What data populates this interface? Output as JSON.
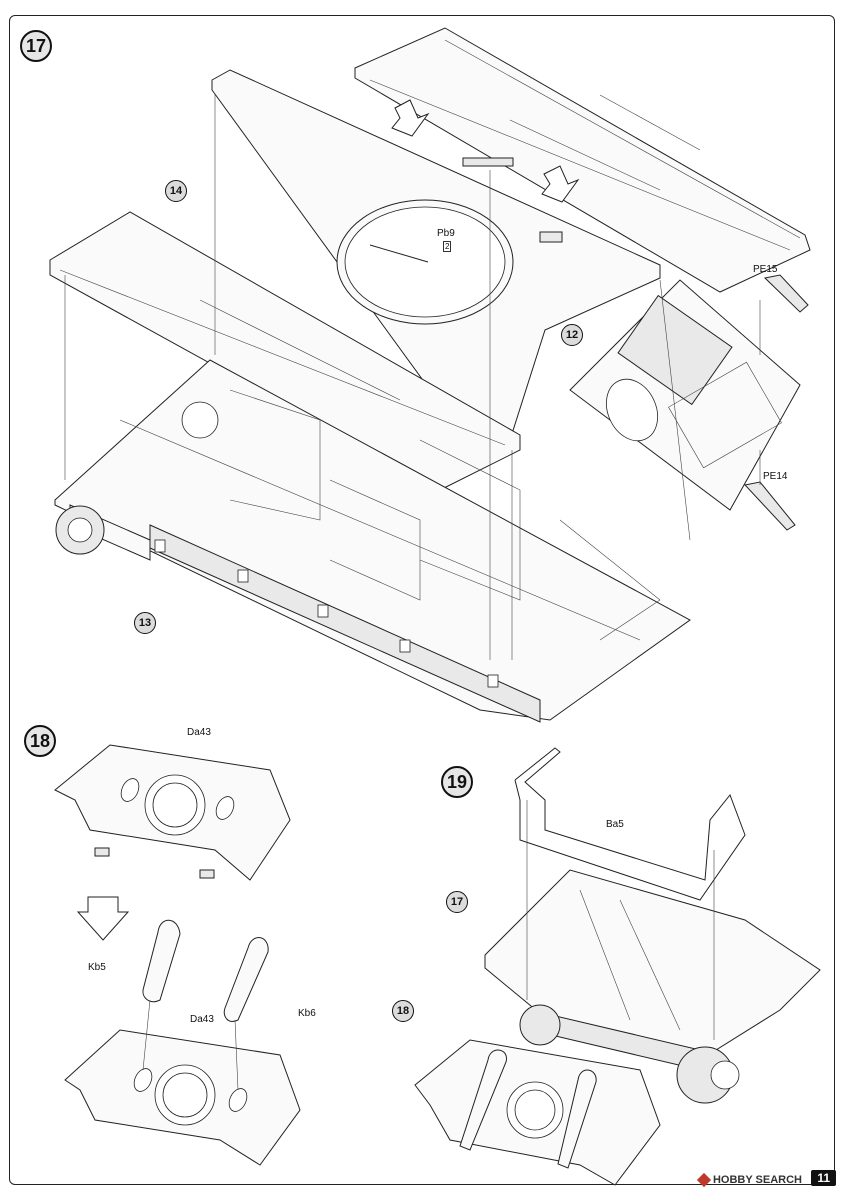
{
  "steps": {
    "s17": "17",
    "s18": "18",
    "s19": "19"
  },
  "callouts": {
    "c14": "14",
    "c12": "12",
    "c13": "13",
    "c17": "17",
    "c18": "18"
  },
  "part_labels": {
    "pb9": "Pb9",
    "pb9_qty": "2",
    "pe15": "PE15",
    "pe14": "PE14",
    "da43_top": "Da43",
    "da43_bottom": "Da43",
    "kb5": "Kb5",
    "kb6": "Kb6",
    "ba5": "Ba5"
  },
  "footer": {
    "brand": "HOBBY SEARCH",
    "page": "11"
  }
}
